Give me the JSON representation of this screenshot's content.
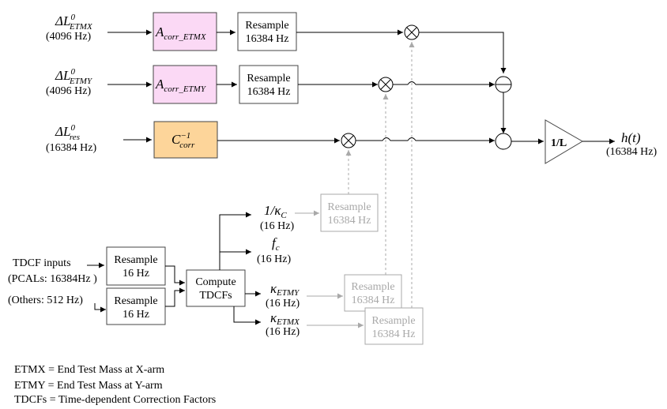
{
  "inputs": {
    "etmx": {
      "label": "ΔL",
      "sup": "0",
      "sub": "ETMX",
      "rate": "(4096 Hz)"
    },
    "etmy": {
      "label": "ΔL",
      "sup": "0",
      "sub": "ETMY",
      "rate": "(4096 Hz)"
    },
    "res": {
      "label": "ΔL",
      "sup": "0",
      "sub": "res",
      "rate": "(16384 Hz)"
    },
    "tdcf": {
      "line1": "TDCF inputs",
      "line2": "(PCALs: 16384Hz )",
      "line3": "(Others: 512 Hz)"
    }
  },
  "blocks": {
    "a_etmx": {
      "main": "A",
      "sub": "corr_ETMX"
    },
    "a_etmy": {
      "main": "A",
      "sub": "corr_ETMY"
    },
    "c_corr": {
      "main": "C",
      "sup": "−1",
      "sub": "corr"
    },
    "resample_16384": {
      "line1": "Resample",
      "line2": "16384 Hz"
    },
    "resample_16": {
      "line1": "Resample",
      "line2": "16 Hz"
    },
    "compute_tdcfs": {
      "line1": "Compute",
      "line2": "TDCFs"
    },
    "inv_l": {
      "text": "1/L"
    }
  },
  "tdcf_outputs": {
    "kappa_c": {
      "text": "1/κ",
      "sub": "C",
      "rate": "(16 Hz)"
    },
    "f_c": {
      "text": "f",
      "sub": "c",
      "rate": "(16 Hz)"
    },
    "kappa_etmy": {
      "text": "κ",
      "sub": "ETMY",
      "rate": "(16 Hz)"
    },
    "kappa_etmx": {
      "text": "κ",
      "sub": "ETMX",
      "rate": "(16 Hz)"
    }
  },
  "output": {
    "label": "h(t)",
    "rate": "(16384 Hz)"
  },
  "legend": [
    "ETMX = End Test Mass at X-arm",
    "ETMY = End Test Mass at Y-arm",
    "TDCFs = Time-dependent Correction Factors"
  ],
  "colors": {
    "actuation_fill": "#fbd9f5",
    "actuation_stroke": "#444444",
    "sensing_fill": "#fdd59a",
    "sensing_stroke": "#444444",
    "grey": "#a9a9a9",
    "line": "#000000"
  }
}
